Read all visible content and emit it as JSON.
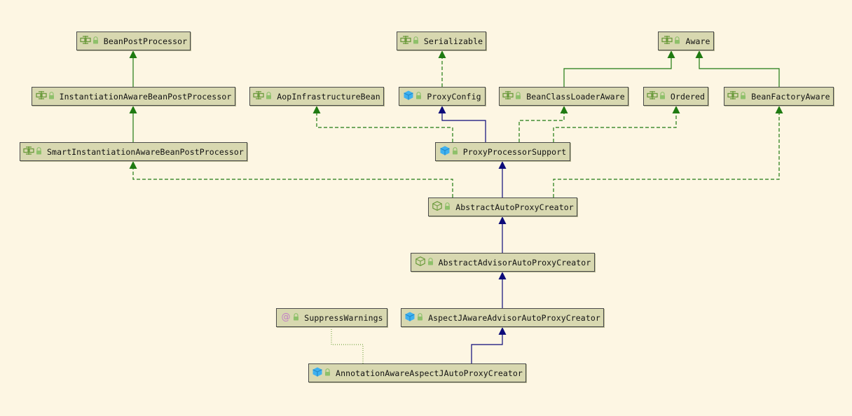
{
  "colors": {
    "background": "#fdf6e3",
    "node_fill": "#d8d8b0",
    "extends_edge": "#0d0b7a",
    "implements_edge": "#1f7a11",
    "annotation_edge": "#7aa84a"
  },
  "nodes": [
    {
      "id": "bpp",
      "label": "BeanPostProcessor",
      "kind": "interface",
      "icon": "interface-icon"
    },
    {
      "id": "ser",
      "label": "Serializable",
      "kind": "interface",
      "icon": "interface-icon"
    },
    {
      "id": "aware",
      "label": "Aware",
      "kind": "interface",
      "icon": "interface-icon"
    },
    {
      "id": "iabpp",
      "label": "InstantiationAwareBeanPostProcessor",
      "kind": "interface",
      "icon": "interface-icon"
    },
    {
      "id": "aib",
      "label": "AopInfrastructureBean",
      "kind": "interface",
      "icon": "interface-icon"
    },
    {
      "id": "pc",
      "label": "ProxyConfig",
      "kind": "class",
      "icon": "class-icon"
    },
    {
      "id": "bcla",
      "label": "BeanClassLoaderAware",
      "kind": "interface",
      "icon": "interface-icon"
    },
    {
      "id": "ord",
      "label": "Ordered",
      "kind": "interface",
      "icon": "interface-icon"
    },
    {
      "id": "bfa",
      "label": "BeanFactoryAware",
      "kind": "interface",
      "icon": "interface-icon"
    },
    {
      "id": "siabpp",
      "label": "SmartInstantiationAwareBeanPostProcessor",
      "kind": "interface",
      "icon": "interface-icon"
    },
    {
      "id": "pps",
      "label": "ProxyProcessorSupport",
      "kind": "class",
      "icon": "class-icon"
    },
    {
      "id": "aapc",
      "label": "AbstractAutoProxyCreator",
      "kind": "abstract",
      "icon": "abstract-class-icon"
    },
    {
      "id": "aaapc",
      "label": "AbstractAdvisorAutoProxyCreator",
      "kind": "abstract",
      "icon": "abstract-class-icon"
    },
    {
      "id": "sw",
      "label": "SuppressWarnings",
      "kind": "annotation",
      "icon": "annotation-icon"
    },
    {
      "id": "ajaapc",
      "label": "AspectJAwareAdvisorAutoProxyCreator",
      "kind": "class",
      "icon": "class-icon"
    },
    {
      "id": "aaajapc",
      "label": "AnnotationAwareAspectJAutoProxyCreator",
      "kind": "class",
      "icon": "class-icon"
    }
  ],
  "edges": [
    {
      "from": "iabpp",
      "to": "bpp",
      "type": "extends-interface"
    },
    {
      "from": "siabpp",
      "to": "iabpp",
      "type": "extends-interface"
    },
    {
      "from": "pc",
      "to": "ser",
      "type": "implements"
    },
    {
      "from": "bcla",
      "to": "aware",
      "type": "extends-interface"
    },
    {
      "from": "bfa",
      "to": "aware",
      "type": "extends-interface"
    },
    {
      "from": "pps",
      "to": "pc",
      "type": "extends"
    },
    {
      "from": "pps",
      "to": "aib",
      "type": "implements"
    },
    {
      "from": "pps",
      "to": "bcla",
      "type": "implements"
    },
    {
      "from": "pps",
      "to": "ord",
      "type": "implements"
    },
    {
      "from": "aapc",
      "to": "pps",
      "type": "extends"
    },
    {
      "from": "aapc",
      "to": "siabpp",
      "type": "implements"
    },
    {
      "from": "aapc",
      "to": "bfa",
      "type": "implements"
    },
    {
      "from": "aaapc",
      "to": "aapc",
      "type": "extends"
    },
    {
      "from": "ajaapc",
      "to": "aaapc",
      "type": "extends"
    },
    {
      "from": "aaajapc",
      "to": "ajaapc",
      "type": "extends"
    },
    {
      "from": "aaajapc",
      "to": "sw",
      "type": "annotated-with"
    }
  ]
}
